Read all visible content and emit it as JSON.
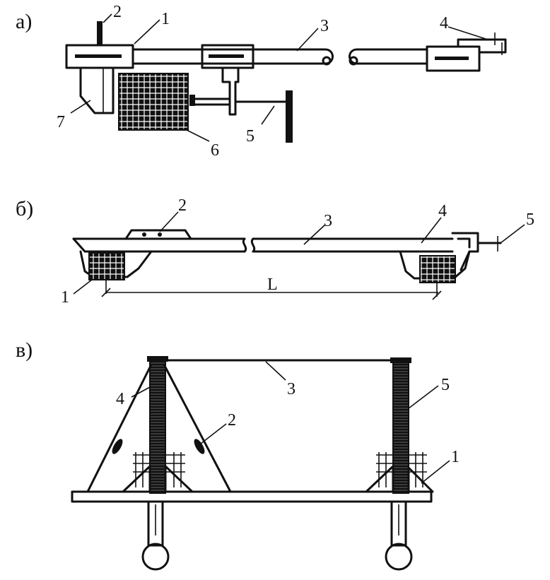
{
  "panels": {
    "a": {
      "title": "а)",
      "labels": {
        "l1": "1",
        "l2": "2",
        "l3": "3",
        "l4": "4",
        "l5": "5",
        "l6": "6",
        "l7": "7"
      }
    },
    "b": {
      "title": "б)",
      "labels": {
        "l1": "1",
        "l2": "2",
        "l3": "3",
        "l4": "4",
        "l5": "5"
      },
      "span": "L"
    },
    "c": {
      "title": "в)",
      "labels": {
        "l1": "1",
        "l2": "2",
        "l3": "3",
        "l4": "4",
        "l5": "5"
      }
    }
  }
}
